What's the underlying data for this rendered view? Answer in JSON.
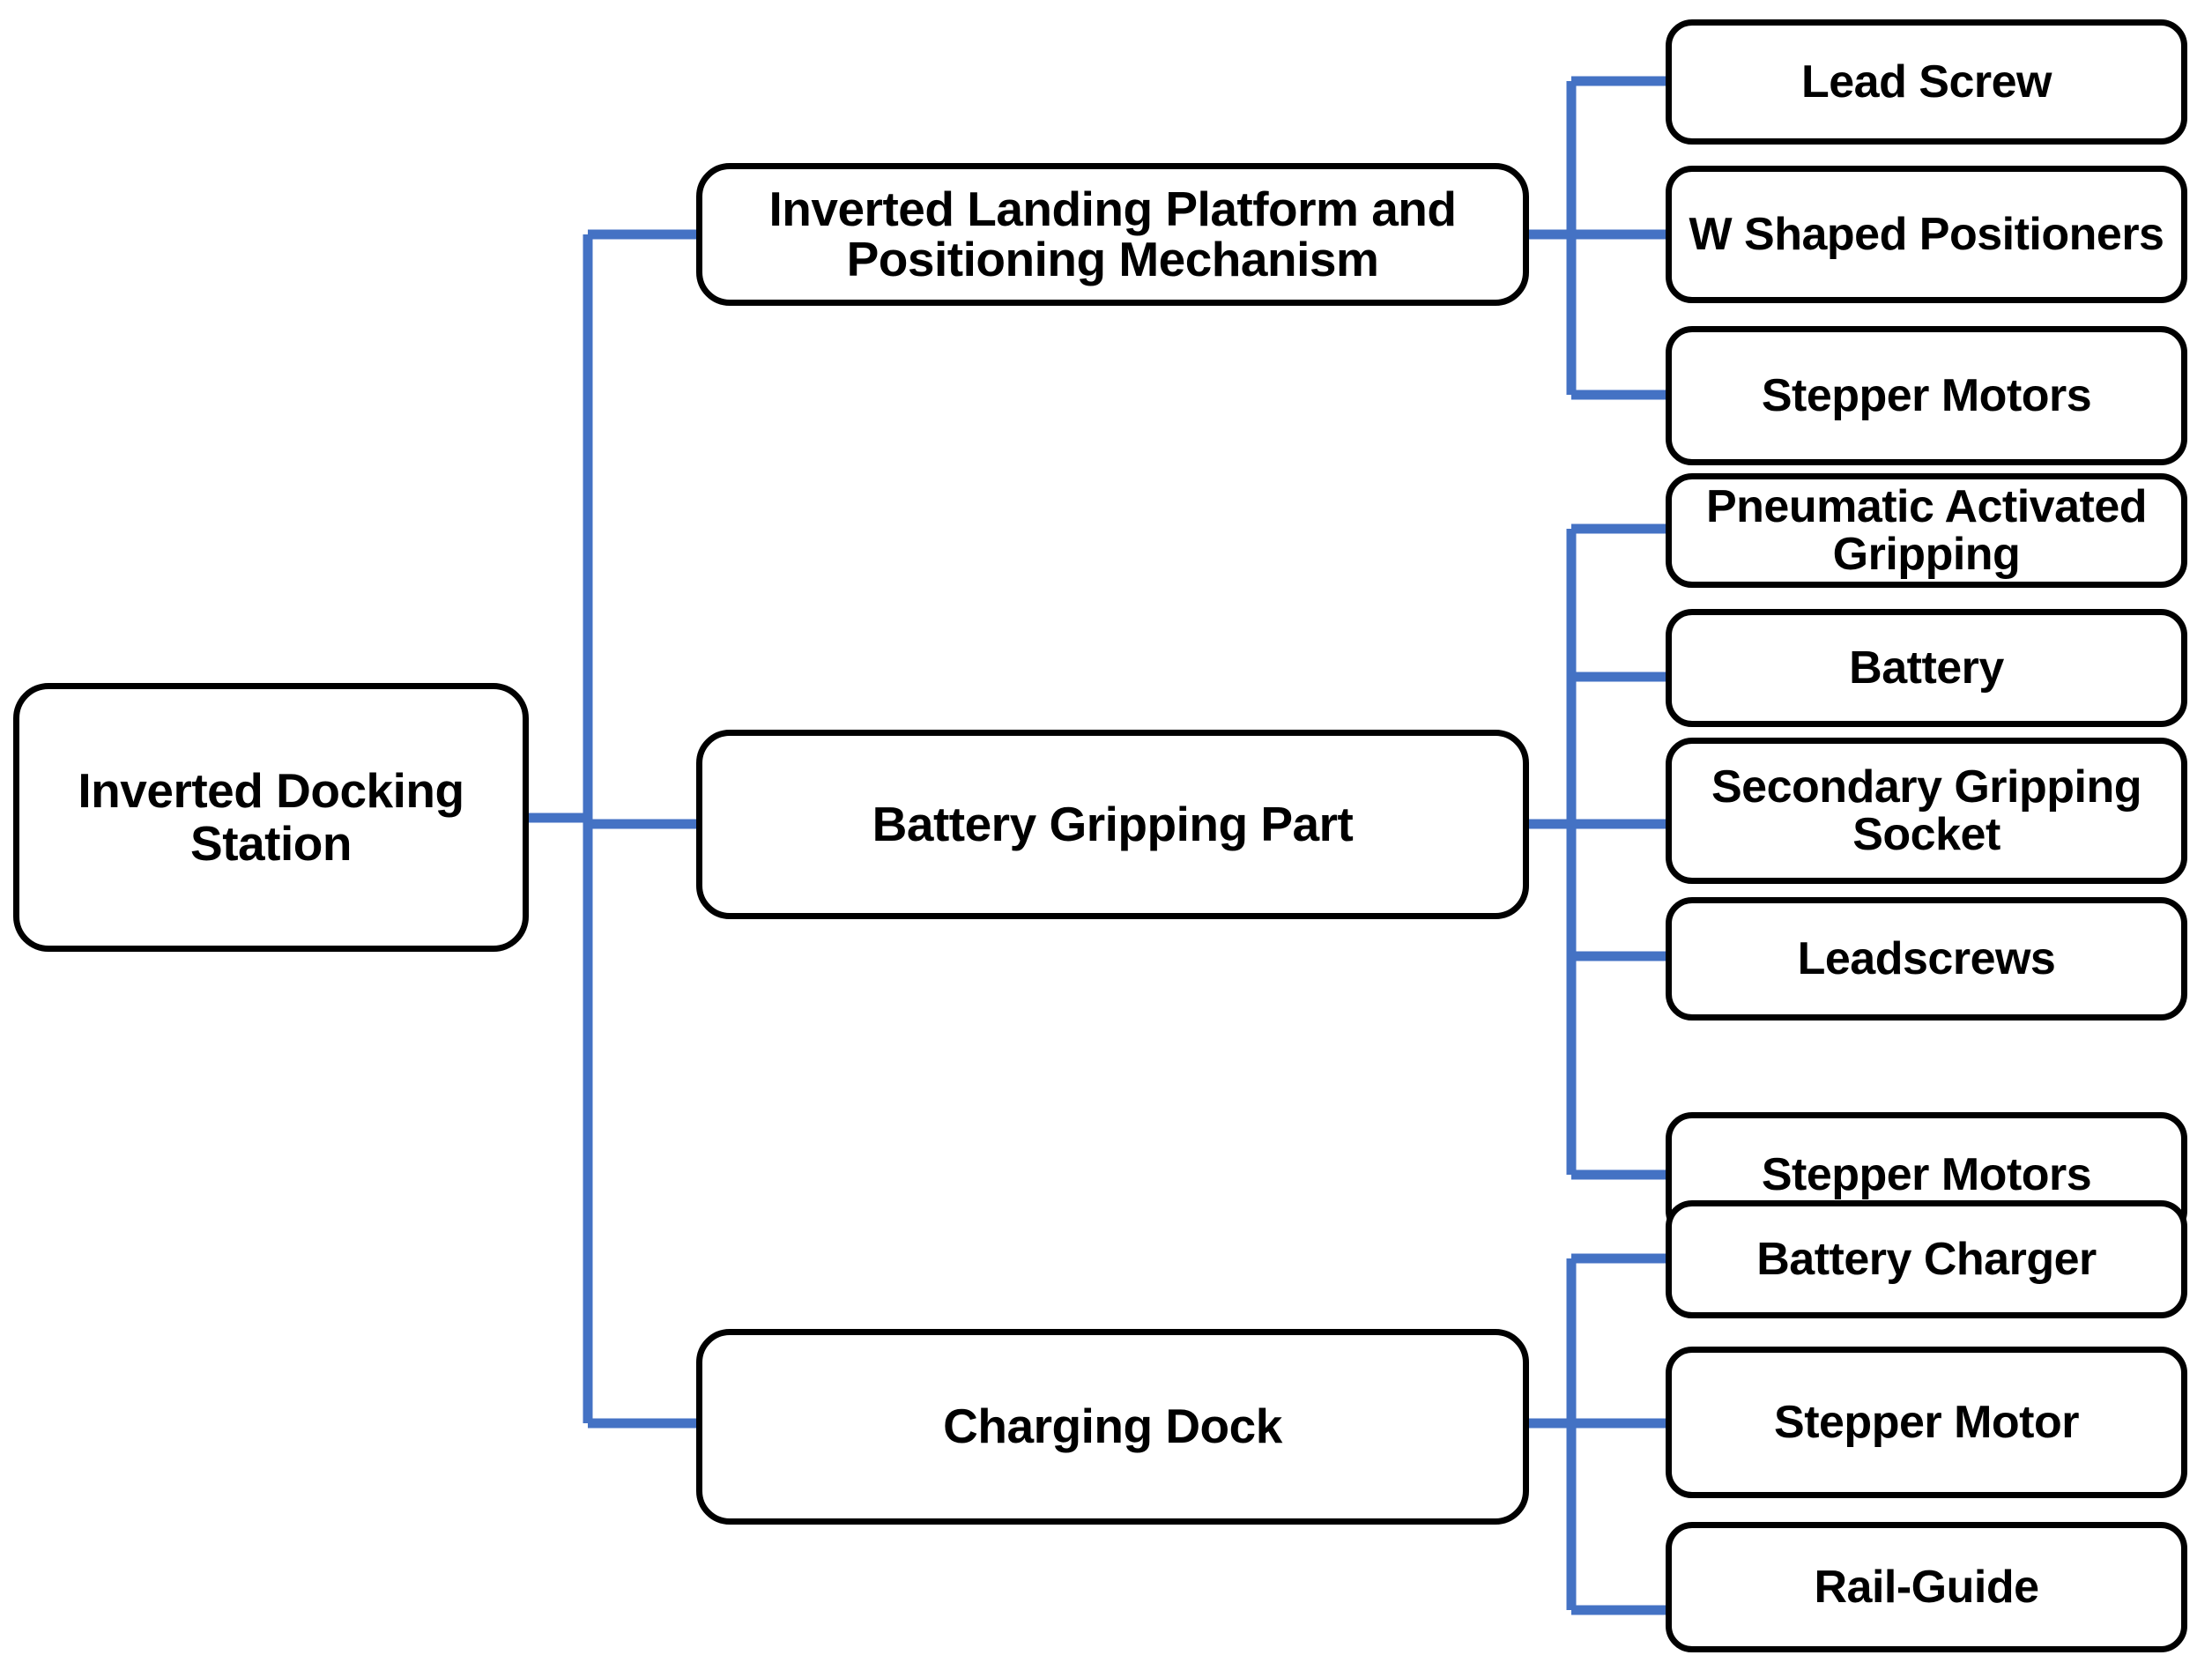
{
  "diagram": {
    "type": "tree",
    "orientation": "left-to-right",
    "title": "Inverted Docking Station",
    "colors": {
      "connector": "#4472C4",
      "node_border": "#000000",
      "node_fill": "#FFFFFF",
      "text": "#000000",
      "background": "#FFFFFF"
    },
    "root": {
      "label": "Inverted Docking Station"
    },
    "branches": [
      {
        "label": "Inverted Landing Platform and Positioning Mechanism",
        "children": [
          {
            "label": "Lead Screw"
          },
          {
            "label": "W Shaped Positioners"
          },
          {
            "label": "Stepper Motors"
          }
        ]
      },
      {
        "label": "Battery Gripping Part",
        "children": [
          {
            "label": "Pneumatic Activated Gripping"
          },
          {
            "label": "Battery"
          },
          {
            "label": "Secondary Gripping Socket"
          },
          {
            "label": "Leadscrews"
          },
          {
            "label": "Stepper Motors"
          }
        ]
      },
      {
        "label": "Charging Dock",
        "children": [
          {
            "label": "Battery Charger"
          },
          {
            "label": "Stepper Motor"
          },
          {
            "label": "Rail-Guide"
          }
        ]
      }
    ]
  }
}
